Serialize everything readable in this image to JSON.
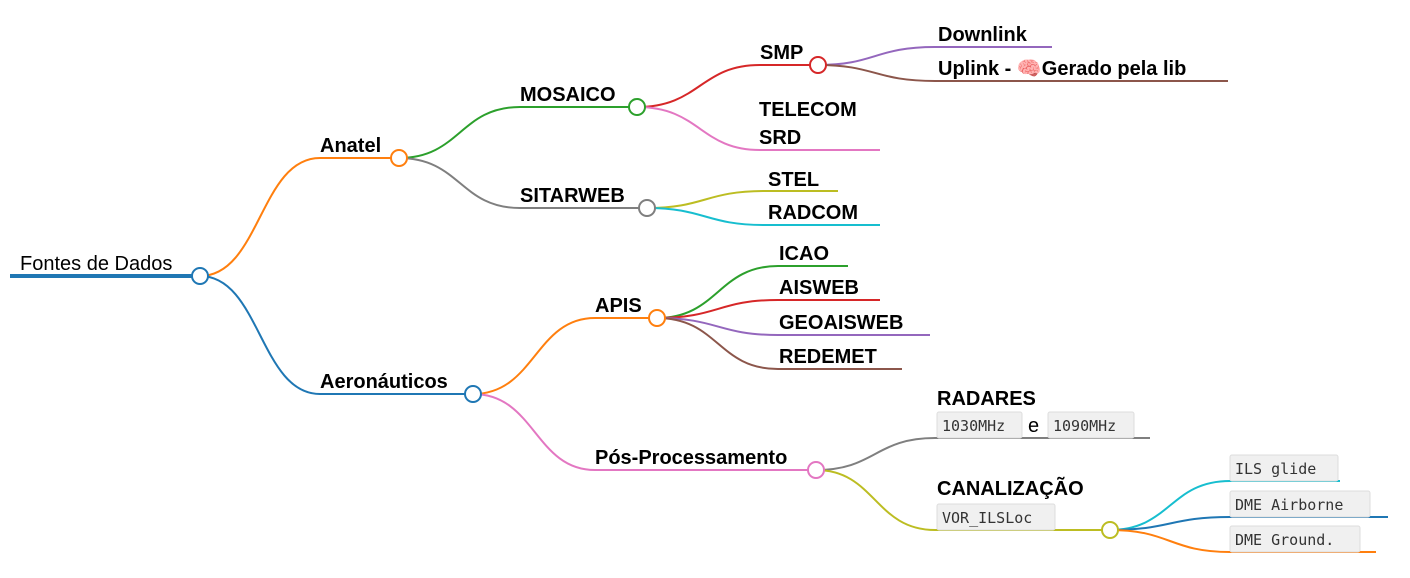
{
  "root": {
    "label": "Fontes de Dados",
    "color": "#1f77b4"
  },
  "anatel": {
    "label": "Anatel",
    "color": "#ff7f0e"
  },
  "mosaico": {
    "label": "MOSAICO",
    "color": "#2ca02c"
  },
  "smp": {
    "label": "SMP",
    "color": "#d62728"
  },
  "downlink": {
    "label": "Downlink",
    "color": "#9467bd"
  },
  "uplink": {
    "prefix": "Uplink - ",
    "emoji": "🧠",
    "suffix": "Gerado pela lib",
    "color": "#8c564b"
  },
  "telecom": {
    "line1": "TELECOM",
    "line2": "SRD",
    "color": "#e377c2"
  },
  "sitarweb": {
    "label": "SITARWEB",
    "color": "#7f7f7f"
  },
  "stel": {
    "label": "STEL",
    "color": "#bcbd22"
  },
  "radcom": {
    "label": "RADCOM",
    "color": "#17becf"
  },
  "aeronauticos": {
    "label": "Aeronáuticos",
    "color": "#1f77b4"
  },
  "apis": {
    "label": "APIS",
    "color": "#ff7f0e"
  },
  "icao": {
    "label": "ICAO",
    "color": "#2ca02c"
  },
  "aisweb": {
    "label": "AISWEB",
    "color": "#d62728"
  },
  "geoaisweb": {
    "label": "GEOAISWEB",
    "color": "#9467bd"
  },
  "redemet": {
    "label": "REDEMET",
    "color": "#8c564b"
  },
  "pos": {
    "label": "Pós-Processamento",
    "color": "#e377c2"
  },
  "radares": {
    "label": "RADARES",
    "freq1": "1030MHz",
    "conj": "e",
    "freq2": "1090MHz",
    "color": "#7f7f7f"
  },
  "canalizacao": {
    "label": "CANALIZAÇÃO",
    "code": "VOR_ILSLoc",
    "color": "#bcbd22"
  },
  "ils_glide": {
    "label": "ILS glide",
    "color": "#17becf"
  },
  "dme_airborne": {
    "label": "DME Airborne",
    "color": "#1f77b4"
  },
  "dme_ground": {
    "label": "DME Ground.",
    "color": "#ff7f0e"
  }
}
